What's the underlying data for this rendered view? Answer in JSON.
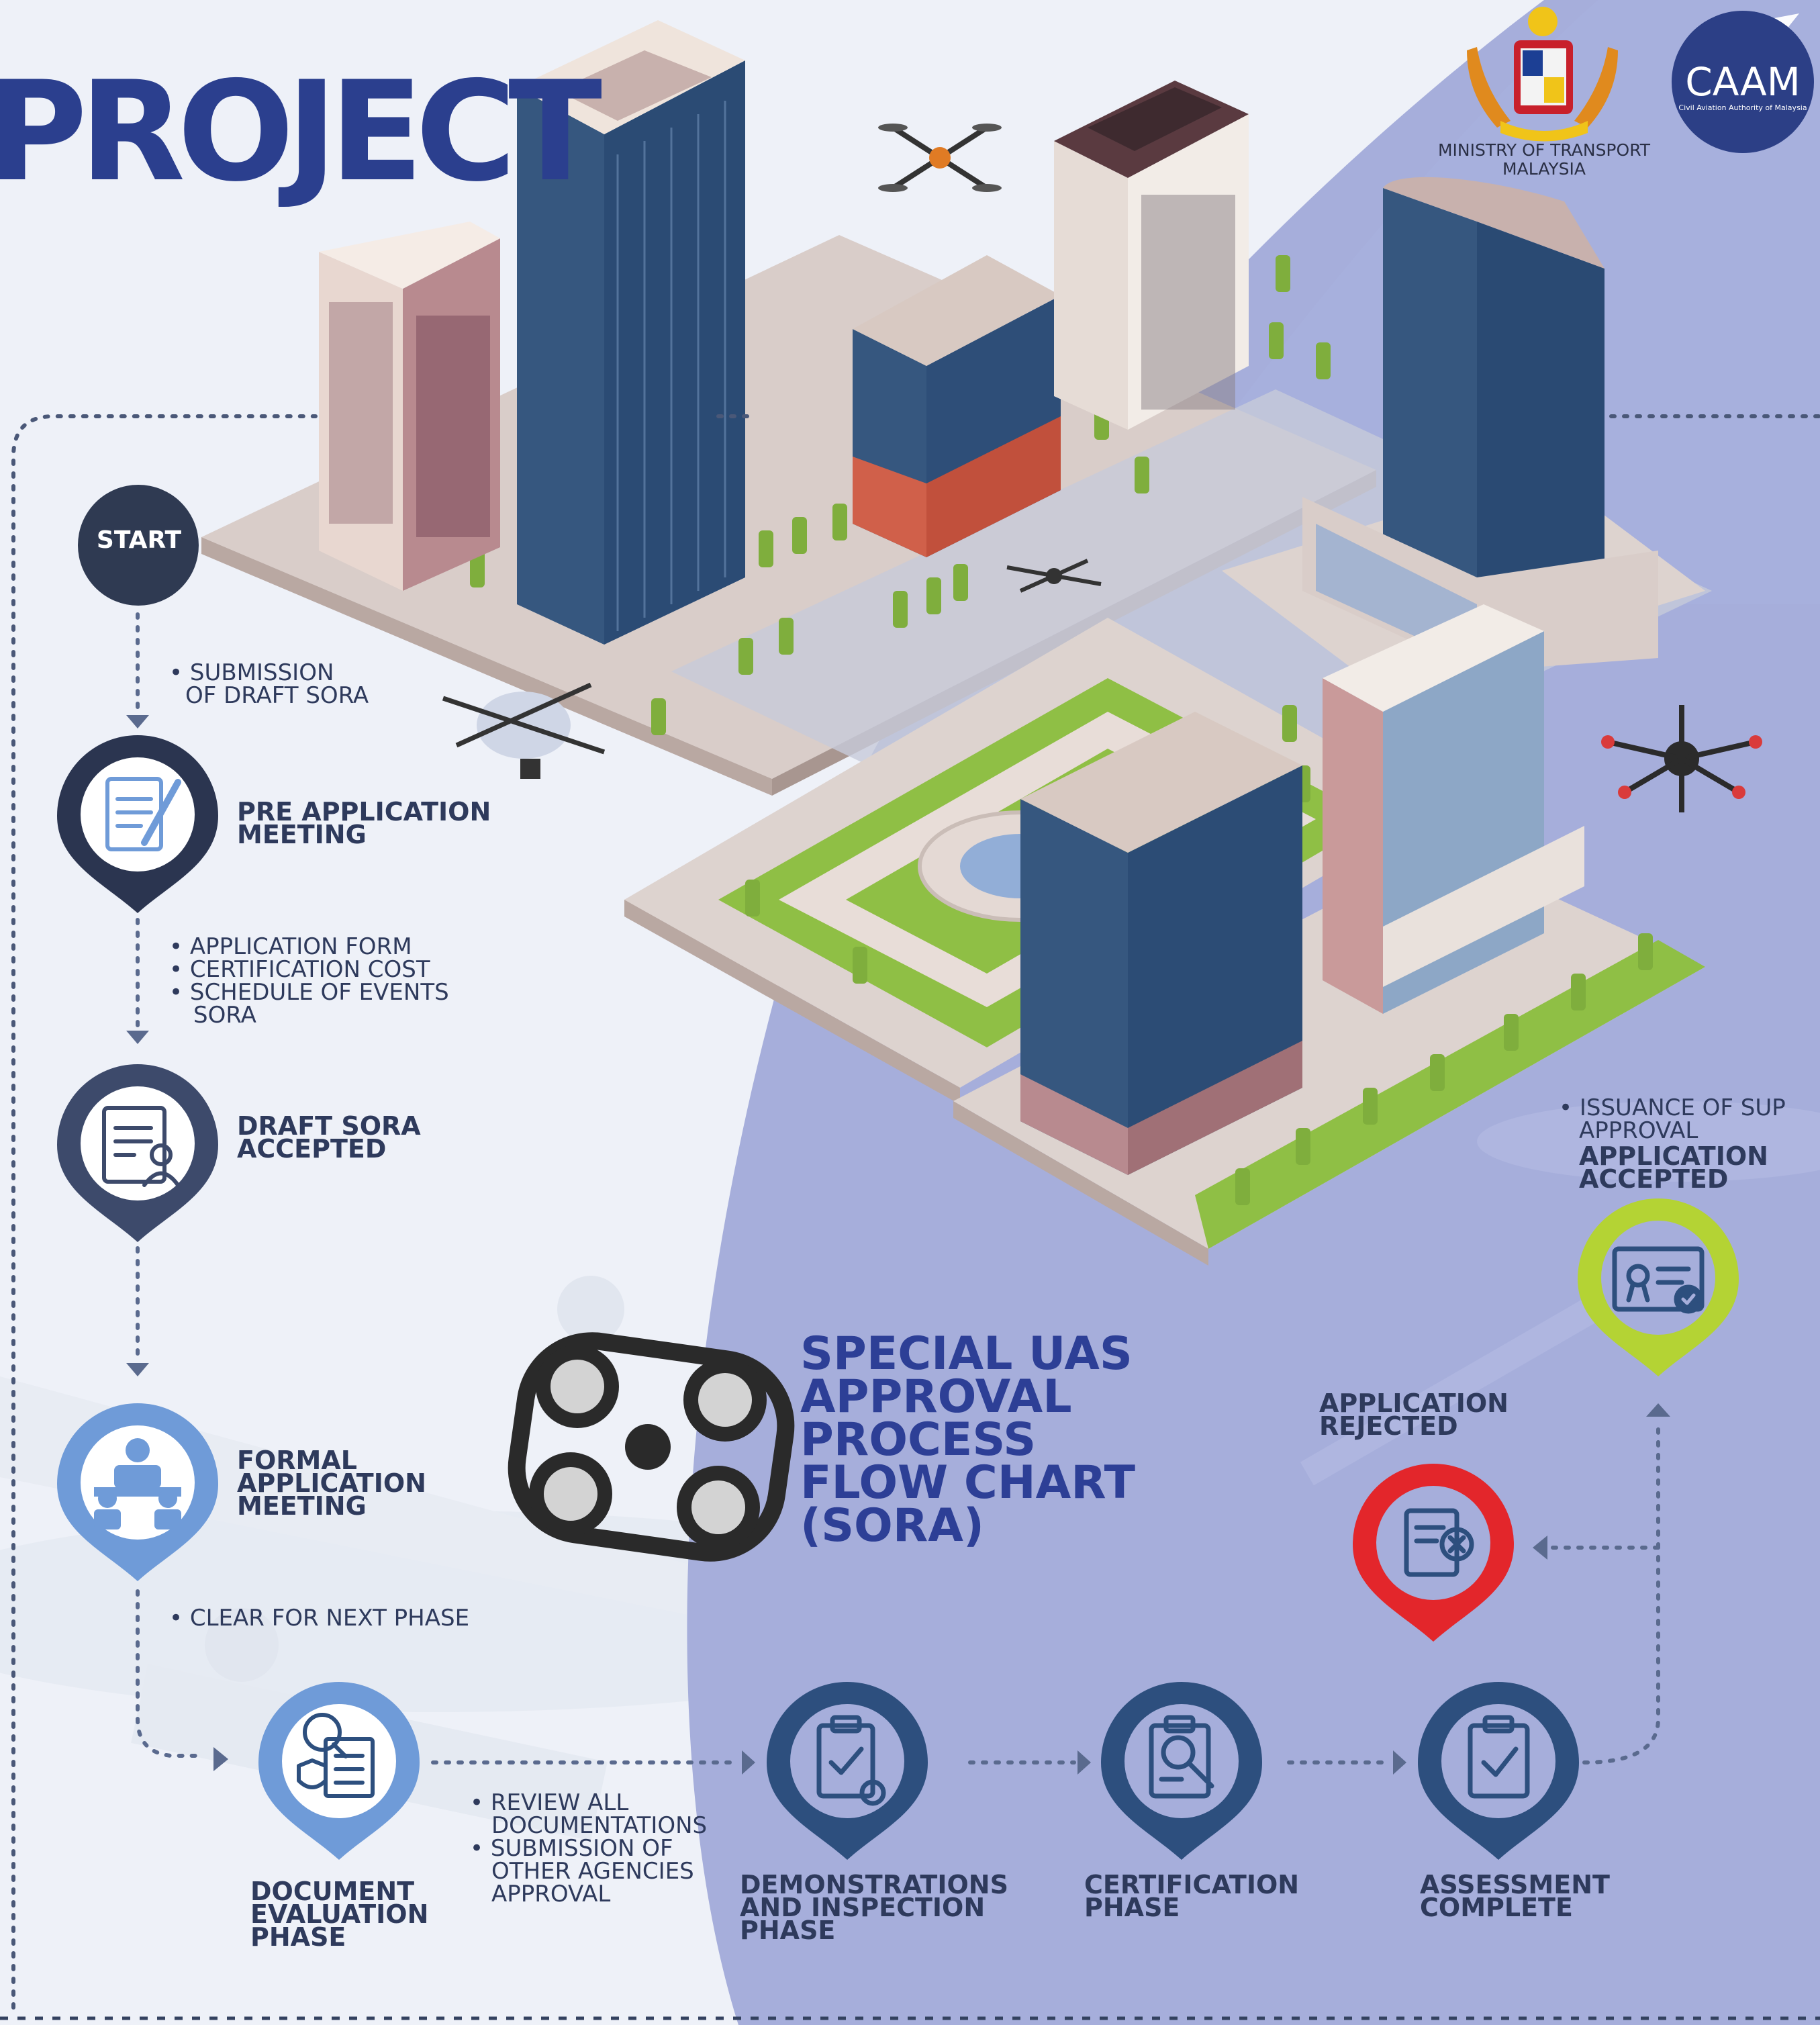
{
  "header": {
    "title_partial": "PROJECT",
    "ministry_line1": "MINISTRY OF TRANSPORT",
    "ministry_line2": "MALAYSIA",
    "caam_logo_text": "CAAM",
    "caam_logo_subtext": "Civil Aviation Authority of Malaysia"
  },
  "flowchart": {
    "title_lines": [
      "SPECIAL UAS",
      "APPROVAL",
      "PROCESS",
      "FLOW CHART",
      "(SORA)"
    ],
    "start": "START",
    "steps": [
      {
        "id": "pre-application-meeting",
        "label_lines": [
          "PRE APPLICATION",
          "MEETING"
        ],
        "icon": "document-pen-icon"
      },
      {
        "id": "draft-sora-accepted",
        "label_lines": [
          "DRAFT SORA",
          "ACCEPTED"
        ],
        "icon": "checklist-person-icon"
      },
      {
        "id": "formal-application-meeting",
        "label_lines": [
          "FORMAL",
          "APPLICATION",
          "MEETING"
        ],
        "icon": "meeting-icon"
      },
      {
        "id": "document-evaluation-phase",
        "label_lines": [
          "DOCUMENT",
          "EVALUATION",
          "PHASE"
        ],
        "icon": "document-search-icon"
      },
      {
        "id": "demonstrations-inspection-phase",
        "label_lines": [
          "DEMONSTRATIONS",
          "AND INSPECTION",
          "PHASE"
        ],
        "icon": "clipboard-gear-icon"
      },
      {
        "id": "certification-phase",
        "label_lines": [
          "CERTIFICATION",
          "PHASE"
        ],
        "icon": "clipboard-magnifier-icon"
      },
      {
        "id": "assessment-complete",
        "label_lines": [
          "ASSESSMENT",
          "COMPLETE"
        ],
        "icon": "clipboard-check-icon"
      },
      {
        "id": "application-rejected",
        "label_lines": [
          "APPLICATION",
          "REJECTED"
        ],
        "icon": "document-reject-icon"
      },
      {
        "id": "application-accepted",
        "label_lines": [
          "APPLICATION",
          "ACCEPTED"
        ],
        "icon": "certificate-icon"
      }
    ],
    "notes": {
      "after_start": [
        "• SUBMISSION",
        "  OF DRAFT SORA"
      ],
      "after_pre_application": [
        "• APPLICATION FORM",
        "• CERTIFICATION COST",
        "• SCHEDULE OF EVENTS",
        "  SORA"
      ],
      "after_formal_meeting": [
        "• CLEAR FOR NEXT PHASE"
      ],
      "after_document_evaluation": [
        "• REVIEW ALL",
        "  DOCUMENTATIONS",
        "• SUBMISSION OF",
        "  OTHER AGENCIES",
        "  APPROVAL"
      ],
      "before_accepted": [
        "• ISSUANCE OF SUP",
        "  APPROVAL"
      ]
    }
  },
  "colors": {
    "title_blue": "#2d3f96",
    "dark_navy": "#2b3550",
    "slate": "#3d4a6b",
    "light_blue": "#6f9bd8",
    "mid_blue": "#2d4f7e",
    "reject_red": "#e3262b",
    "accept_green": "#b4d334",
    "region_purple": "#a6aedb"
  }
}
